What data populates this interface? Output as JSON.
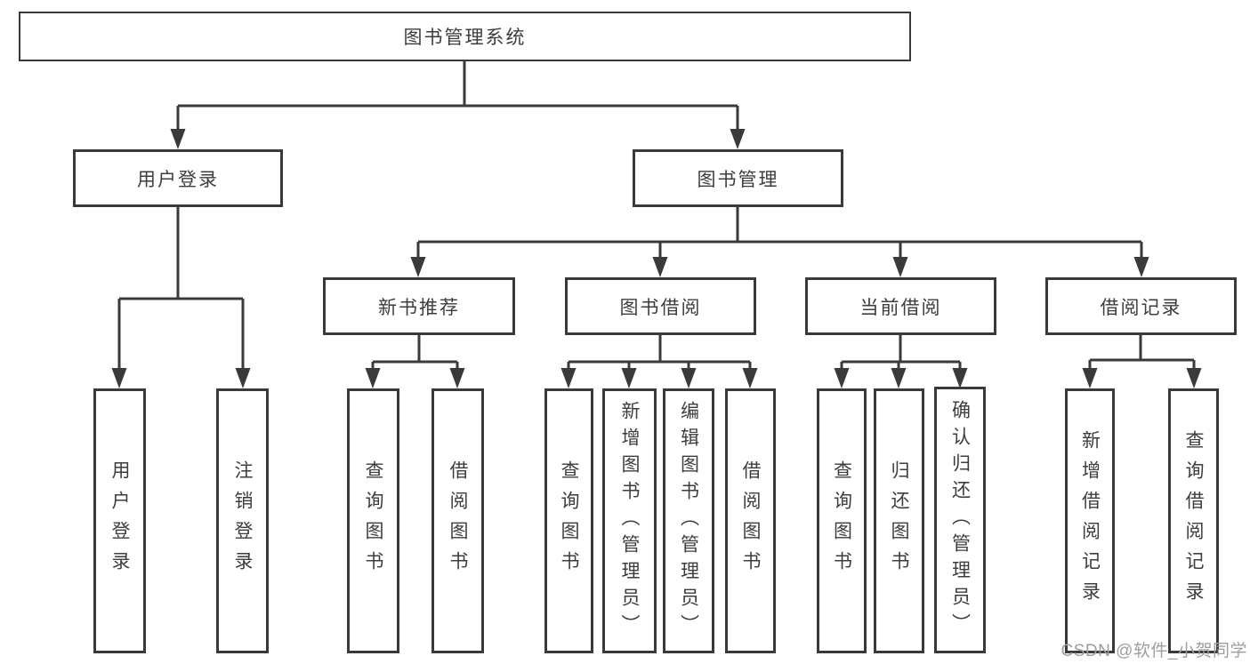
{
  "tree": {
    "root": "图书管理系统",
    "branches": [
      {
        "label": "用户登录",
        "children": [
          "用户登录",
          "注销登录"
        ]
      },
      {
        "label": "图书管理",
        "sections": [
          {
            "label": "新书推荐",
            "children": [
              "查询图书",
              "借阅图书"
            ]
          },
          {
            "label": "图书借阅",
            "children": [
              "查询图书",
              "新增图书（管理员）",
              "编辑图书（管理员）",
              "借阅图书"
            ]
          },
          {
            "label": "当前借阅",
            "children": [
              "查询图书",
              "归还图书",
              "确认归还（管理员）"
            ]
          },
          {
            "label": "借阅记录",
            "children": [
              "新增借阅记录",
              "查询借阅记录"
            ]
          }
        ]
      }
    ]
  },
  "watermark": {
    "text": "CSDN @软件_小贺同学"
  },
  "colors": {
    "line": "#3a3a3a",
    "border": "#3a3a3a",
    "text": "#3d3d3d",
    "background": "#ffffff",
    "watermark": "#9e9e9e"
  }
}
